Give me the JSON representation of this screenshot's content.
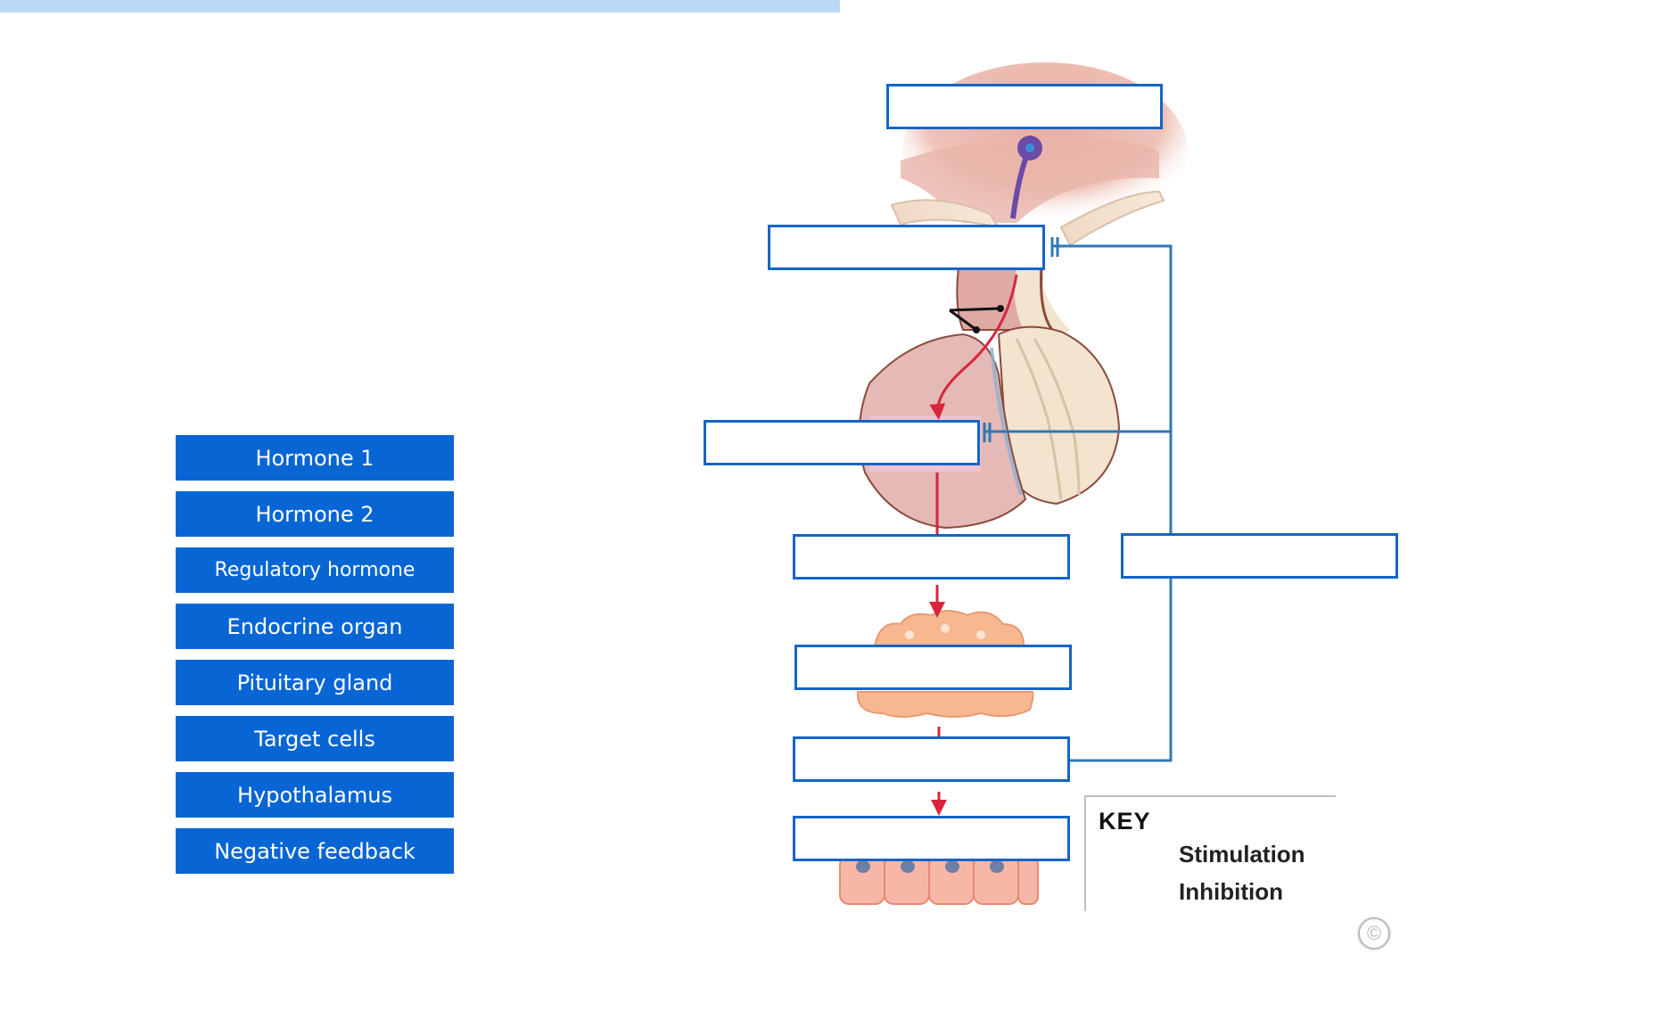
{
  "word_bank": {
    "items": [
      "Hormone 1",
      "Hormone 2",
      "Regulatory hormone",
      "Endocrine organ",
      "Pituitary gland",
      "Target cells",
      "Hypothalamus",
      "Negative feedback"
    ]
  },
  "key": {
    "title": "KEY",
    "stimulation_label": "Stimulation",
    "inhibition_label": "Inhibition"
  },
  "copyright": "©",
  "colors": {
    "chip_blue": "#0866d4",
    "drop_border": "#1565c8",
    "stimulation_red": "#d7263d",
    "inhibition_blue": "#2f78b5"
  }
}
